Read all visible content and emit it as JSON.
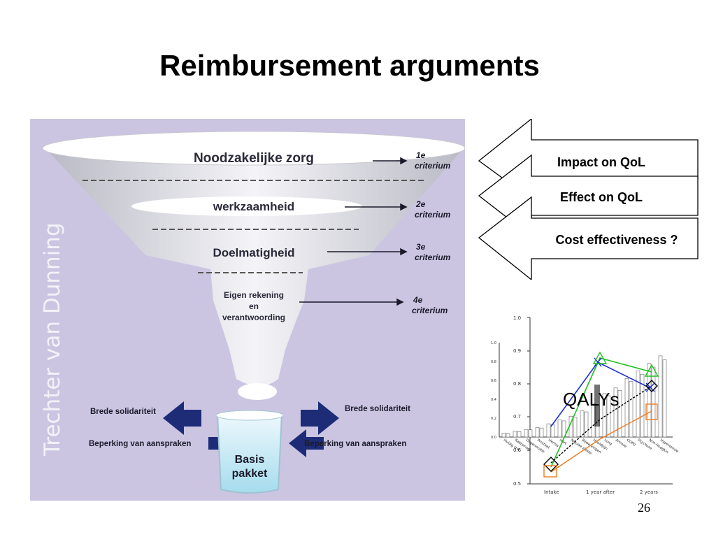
{
  "slide": {
    "title": "Reimbursement arguments",
    "page_number": "26"
  },
  "funnel": {
    "side_label": "Trechter van Dunning",
    "levels": [
      {
        "label": "Noodzakelijke zorg",
        "criterion_num": "1e",
        "criterion_word": "criterium"
      },
      {
        "label": "werkzaamheid",
        "criterion_num": "2e",
        "criterion_word": "criterium"
      },
      {
        "label": "Doelmatigheid",
        "criterion_num": "3e",
        "criterion_word": "criterium"
      },
      {
        "label_lines": [
          "Eigen rekening",
          "en",
          "verantwoording"
        ],
        "criterion_num": "4e",
        "criterion_word": "criterium"
      }
    ],
    "left_arrow_labels": [
      "Brede solidariteit",
      "Beperking van aanspraken"
    ],
    "right_arrow_labels": [
      "Brede solidariteit",
      "Beperking van aanspraken"
    ],
    "beaker_label": [
      "Basis",
      "pakket"
    ]
  },
  "arguments": [
    "Impact on QoL",
    "Effect on QoL",
    "Cost effectiveness ?"
  ],
  "qaly_chart": {
    "overlay_text": "QALYs",
    "big_yticks": [
      "1.0",
      "0.9",
      "0.8",
      "0.7",
      "0.6",
      "0.5"
    ],
    "small_yticks": [
      "1.0",
      "0.8",
      "0.6",
      "0.4",
      "0.2",
      "0.0"
    ],
    "xticks": [
      "Intake",
      "1 year after",
      "2 years"
    ],
    "bar_labels": [
      "Huidig stel",
      "Kabtsmoel",
      "Degeneratie",
      "Prostaat",
      "Hernia",
      "Hart",
      "Nieuwe ziekte",
      "Bijwerkingen",
      "Hoofdpijn",
      "Long",
      "Artrose",
      "COPD",
      "Psychose",
      "Non-Hodgkin",
      "Hypertensie"
    ],
    "colors": {
      "blue": "#1f2fd6",
      "green": "#22c022",
      "black": "#000000",
      "orange": "#f07a20"
    }
  }
}
